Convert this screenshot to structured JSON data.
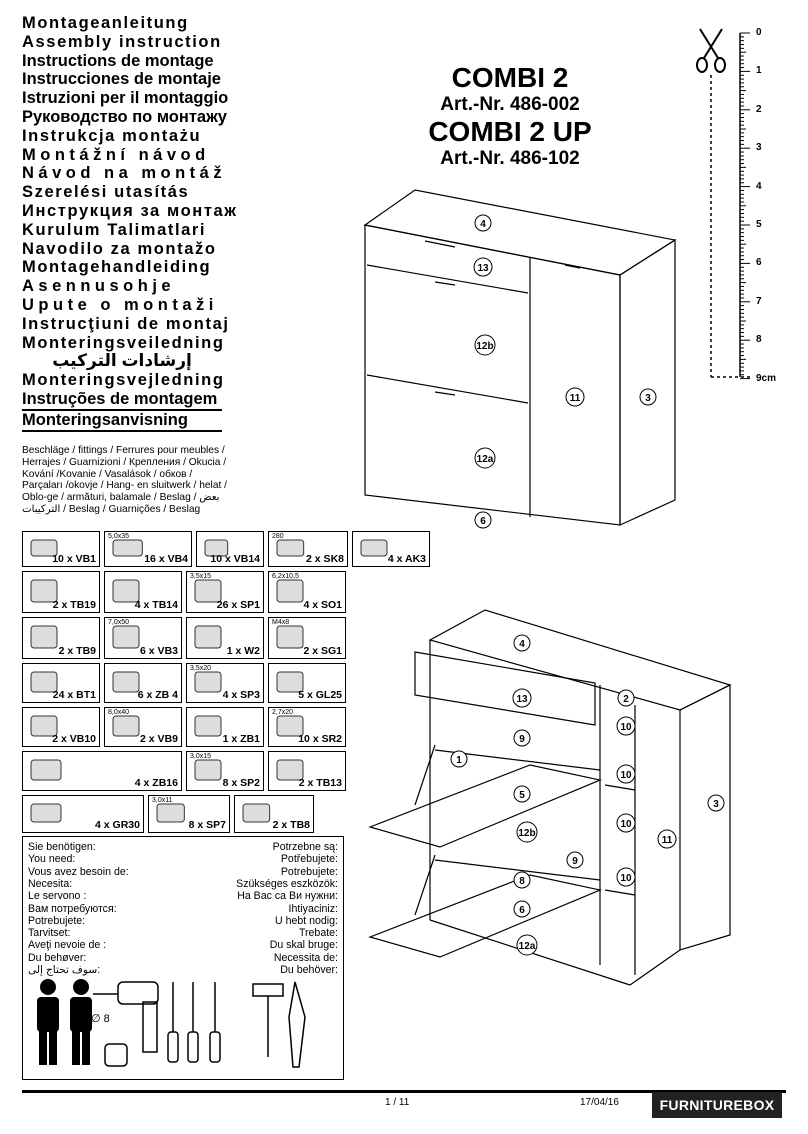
{
  "titles": [
    "Montageanleitung",
    "Assembly instruction",
    "Instructions de montage",
    "Instrucciones de montaje",
    "Istruzioni per il montaggio",
    "Руководство по монтажу",
    "Instrukcja montażu",
    "Montážní návod",
    "Návod na montáž",
    "Szerelési utasítás",
    "Инструкция за монтаж",
    "Kurulum Talimatlari",
    "Navodilo za montažo",
    "Montagehandleiding",
    "Asennusohje",
    "Upute o montaži",
    "Instrucţiuni de montaj",
    "Monteringsveiledning",
    "إرشادات التركيب",
    "Monteringsvejledning",
    "Instruções de montagem",
    "Monteringsanvisning"
  ],
  "fittings_description": "Beschläge / fittings / Ferrures pour meubles / Herrajes / Guarnizioni / Крепления / Okucia / Kování /Kovanie / Vasalások / обков / Parçaları /okovje / Hang- en sluitwerk / helat / Oblo-ge / armături, balamale / Beslag / بعض التركيبات / Beslag / Guarnições / Beslag",
  "heading": {
    "product1": "COMBI 2",
    "art1": "Art.-Nr. 486-002",
    "product2": "COMBI 2 UP",
    "art2": "Art.-Nr. 486-102"
  },
  "ruler": {
    "marks": [
      "0",
      "1",
      "2",
      "3",
      "4",
      "5",
      "6",
      "7",
      "8",
      "9cm"
    ]
  },
  "fittings": [
    {
      "qty": "10 x VB1",
      "dim": ""
    },
    {
      "qty": "16 x VB4",
      "dim": "5,0x35"
    },
    {
      "qty": "10 x VB14",
      "dim": ""
    },
    {
      "qty": "2 x SK8",
      "dim": "280"
    },
    {
      "qty": "4 x AK3",
      "dim": ""
    },
    {
      "qty": "2 x TB19",
      "dim": ""
    },
    {
      "qty": "4 x TB14",
      "dim": ""
    },
    {
      "qty": "26 x SP1",
      "dim": "3,5x15"
    },
    {
      "qty": "4 x SO1",
      "dim": "6,2x10,5"
    },
    {
      "qty": "2 x TB9",
      "dim": ""
    },
    {
      "qty": "6 x VB3",
      "dim": "7,0x50"
    },
    {
      "qty": "1 x W2",
      "dim": ""
    },
    {
      "qty": "2 x SG1",
      "dim": "M4x8"
    },
    {
      "qty": "24 x BT1",
      "dim": ""
    },
    {
      "qty": "6 x ZB 4",
      "dim": ""
    },
    {
      "qty": "4 x SP3",
      "dim": "3,5x20"
    },
    {
      "qty": "5 x GL25",
      "dim": ""
    },
    {
      "qty": "2 x VB10",
      "dim": ""
    },
    {
      "qty": "2 x VB9",
      "dim": "8,0x40"
    },
    {
      "qty": "1 x ZB1",
      "dim": ""
    },
    {
      "qty": "10 x SR2",
      "dim": "2,7x20"
    },
    {
      "qty": "4 x ZB16",
      "dim": ""
    },
    {
      "qty": "8 x SP2",
      "dim": "3,0x15"
    },
    {
      "qty": "2 x TB13",
      "dim": ""
    },
    {
      "qty": "4 x GR30",
      "dim": ""
    },
    {
      "qty": "8 x SP7",
      "dim": "3,0x11"
    },
    {
      "qty": "2 x TB8",
      "dim": ""
    }
  ],
  "needs": {
    "left": [
      "Sie benötigen:",
      "You need:",
      "Vous avez besoin de:",
      "Necesita:",
      "Le servono :",
      "Вам потребуются:",
      "Potrebujete:",
      "Tarvitset:",
      "Aveţi nevoie de :",
      "Du behøver:",
      "سوف تحتاج إلى:"
    ],
    "right": [
      "Potrzebne są:",
      "Potřebujete:",
      "Potrebujete:",
      "Szükséges eszközök:",
      "На Вас са Ви нужни:",
      "Ihtiyaciniz:",
      "U hebt nodig:",
      "Trebate:",
      "Du skal bruge:",
      "Necessita de:",
      "Du behöver:"
    ],
    "drill": "∅ 8"
  },
  "top_diagram_labels": [
    "4",
    "13",
    "12b",
    "11",
    "3",
    "12a",
    "6"
  ],
  "bottom_diagram_labels": [
    "4",
    "13",
    "2",
    "10",
    "9",
    "1",
    "10",
    "5",
    "3",
    "12b",
    "10",
    "11",
    "9",
    "8",
    "10",
    "6",
    "12a"
  ],
  "footer": {
    "page": "1 / 11",
    "date": "17/04/16",
    "brand": "FURNITUREBOX"
  }
}
